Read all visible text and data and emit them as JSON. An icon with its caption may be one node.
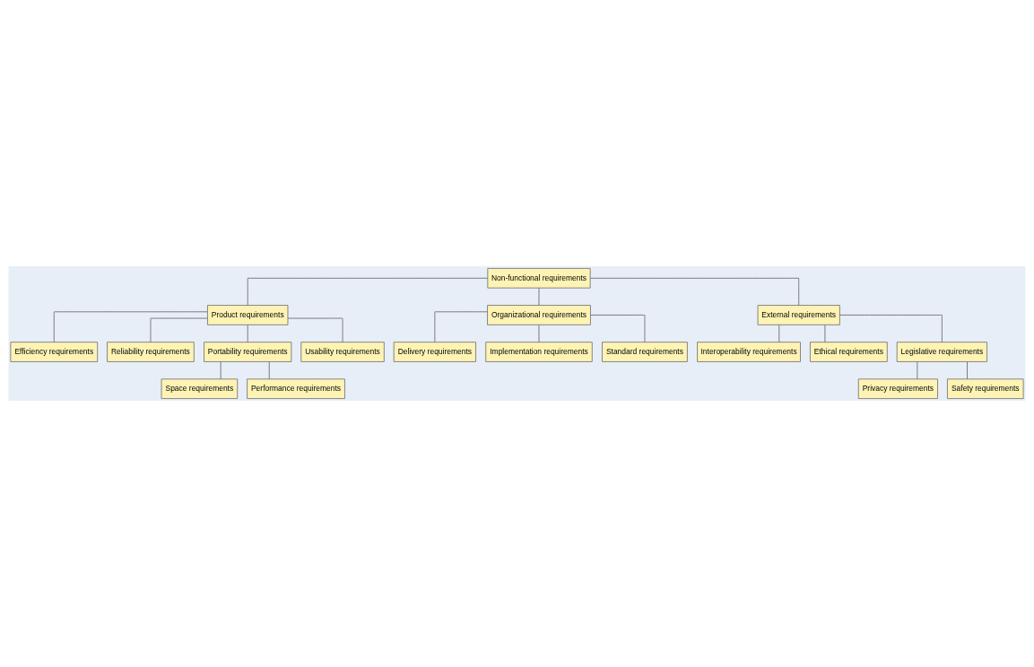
{
  "diagram": {
    "nodes": [
      {
        "text": [
          "Non-functional requirements"
        ]
      },
      {
        "text": [
          "Product requirements"
        ]
      },
      {
        "text": [
          "Organizational requirements"
        ]
      },
      {
        "text": [
          "External requirements"
        ]
      },
      {
        "text": [
          "Efficiency requirements"
        ]
      },
      {
        "text": [
          "Reliability requirements"
        ]
      },
      {
        "text": [
          "Portability requirements"
        ]
      },
      {
        "text": [
          "Usability requirements"
        ]
      },
      {
        "text": [
          "Space requirements"
        ]
      },
      {
        "text": [
          "Performance requirements"
        ]
      },
      {
        "text": [
          "Delivery requirements"
        ]
      },
      {
        "text": [
          "Implementation requirements"
        ]
      },
      {
        "text": [
          "Standard requirements"
        ]
      },
      {
        "text": [
          "Interoperability requirements"
        ]
      },
      {
        "text": [
          "Ethical requirements"
        ]
      },
      {
        "text": [
          "Legislative requirements"
        ]
      },
      {
        "text": [
          "Privacy requirements"
        ]
      },
      {
        "text": [
          "Safety requirements"
        ]
      }
    ],
    "edges": [
      {
        "from": 0,
        "to": 1,
        "arrow": "none"
      },
      {
        "from": 0,
        "to": 2,
        "arrow": "none"
      },
      {
        "from": 0,
        "to": 3,
        "arrow": "none"
      },
      {
        "from": 1,
        "to": 4,
        "arrow": "none"
      },
      {
        "from": 1,
        "to": 5,
        "arrow": "none"
      },
      {
        "from": 1,
        "to": 6,
        "arrow": "none"
      },
      {
        "from": 1,
        "to": 7,
        "arrow": "none"
      },
      {
        "from": 6,
        "to": 8,
        "arrow": "none"
      },
      {
        "from": 6,
        "to": 9,
        "arrow": "none"
      },
      {
        "from": 2,
        "to": 10,
        "arrow": "none"
      },
      {
        "from": 2,
        "to": 11,
        "arrow": "none"
      },
      {
        "from": 2,
        "to": 12,
        "arrow": "none"
      },
      {
        "from": 3,
        "to": 13,
        "arrow": "none"
      },
      {
        "from": 3,
        "to": 14,
        "arrow": "none"
      },
      {
        "from": 3,
        "to": 15,
        "arrow": "none"
      },
      {
        "from": 15,
        "to": 16,
        "arrow": "none"
      },
      {
        "from": 15,
        "to": 17,
        "arrow": "none"
      }
    ]
  }
}
